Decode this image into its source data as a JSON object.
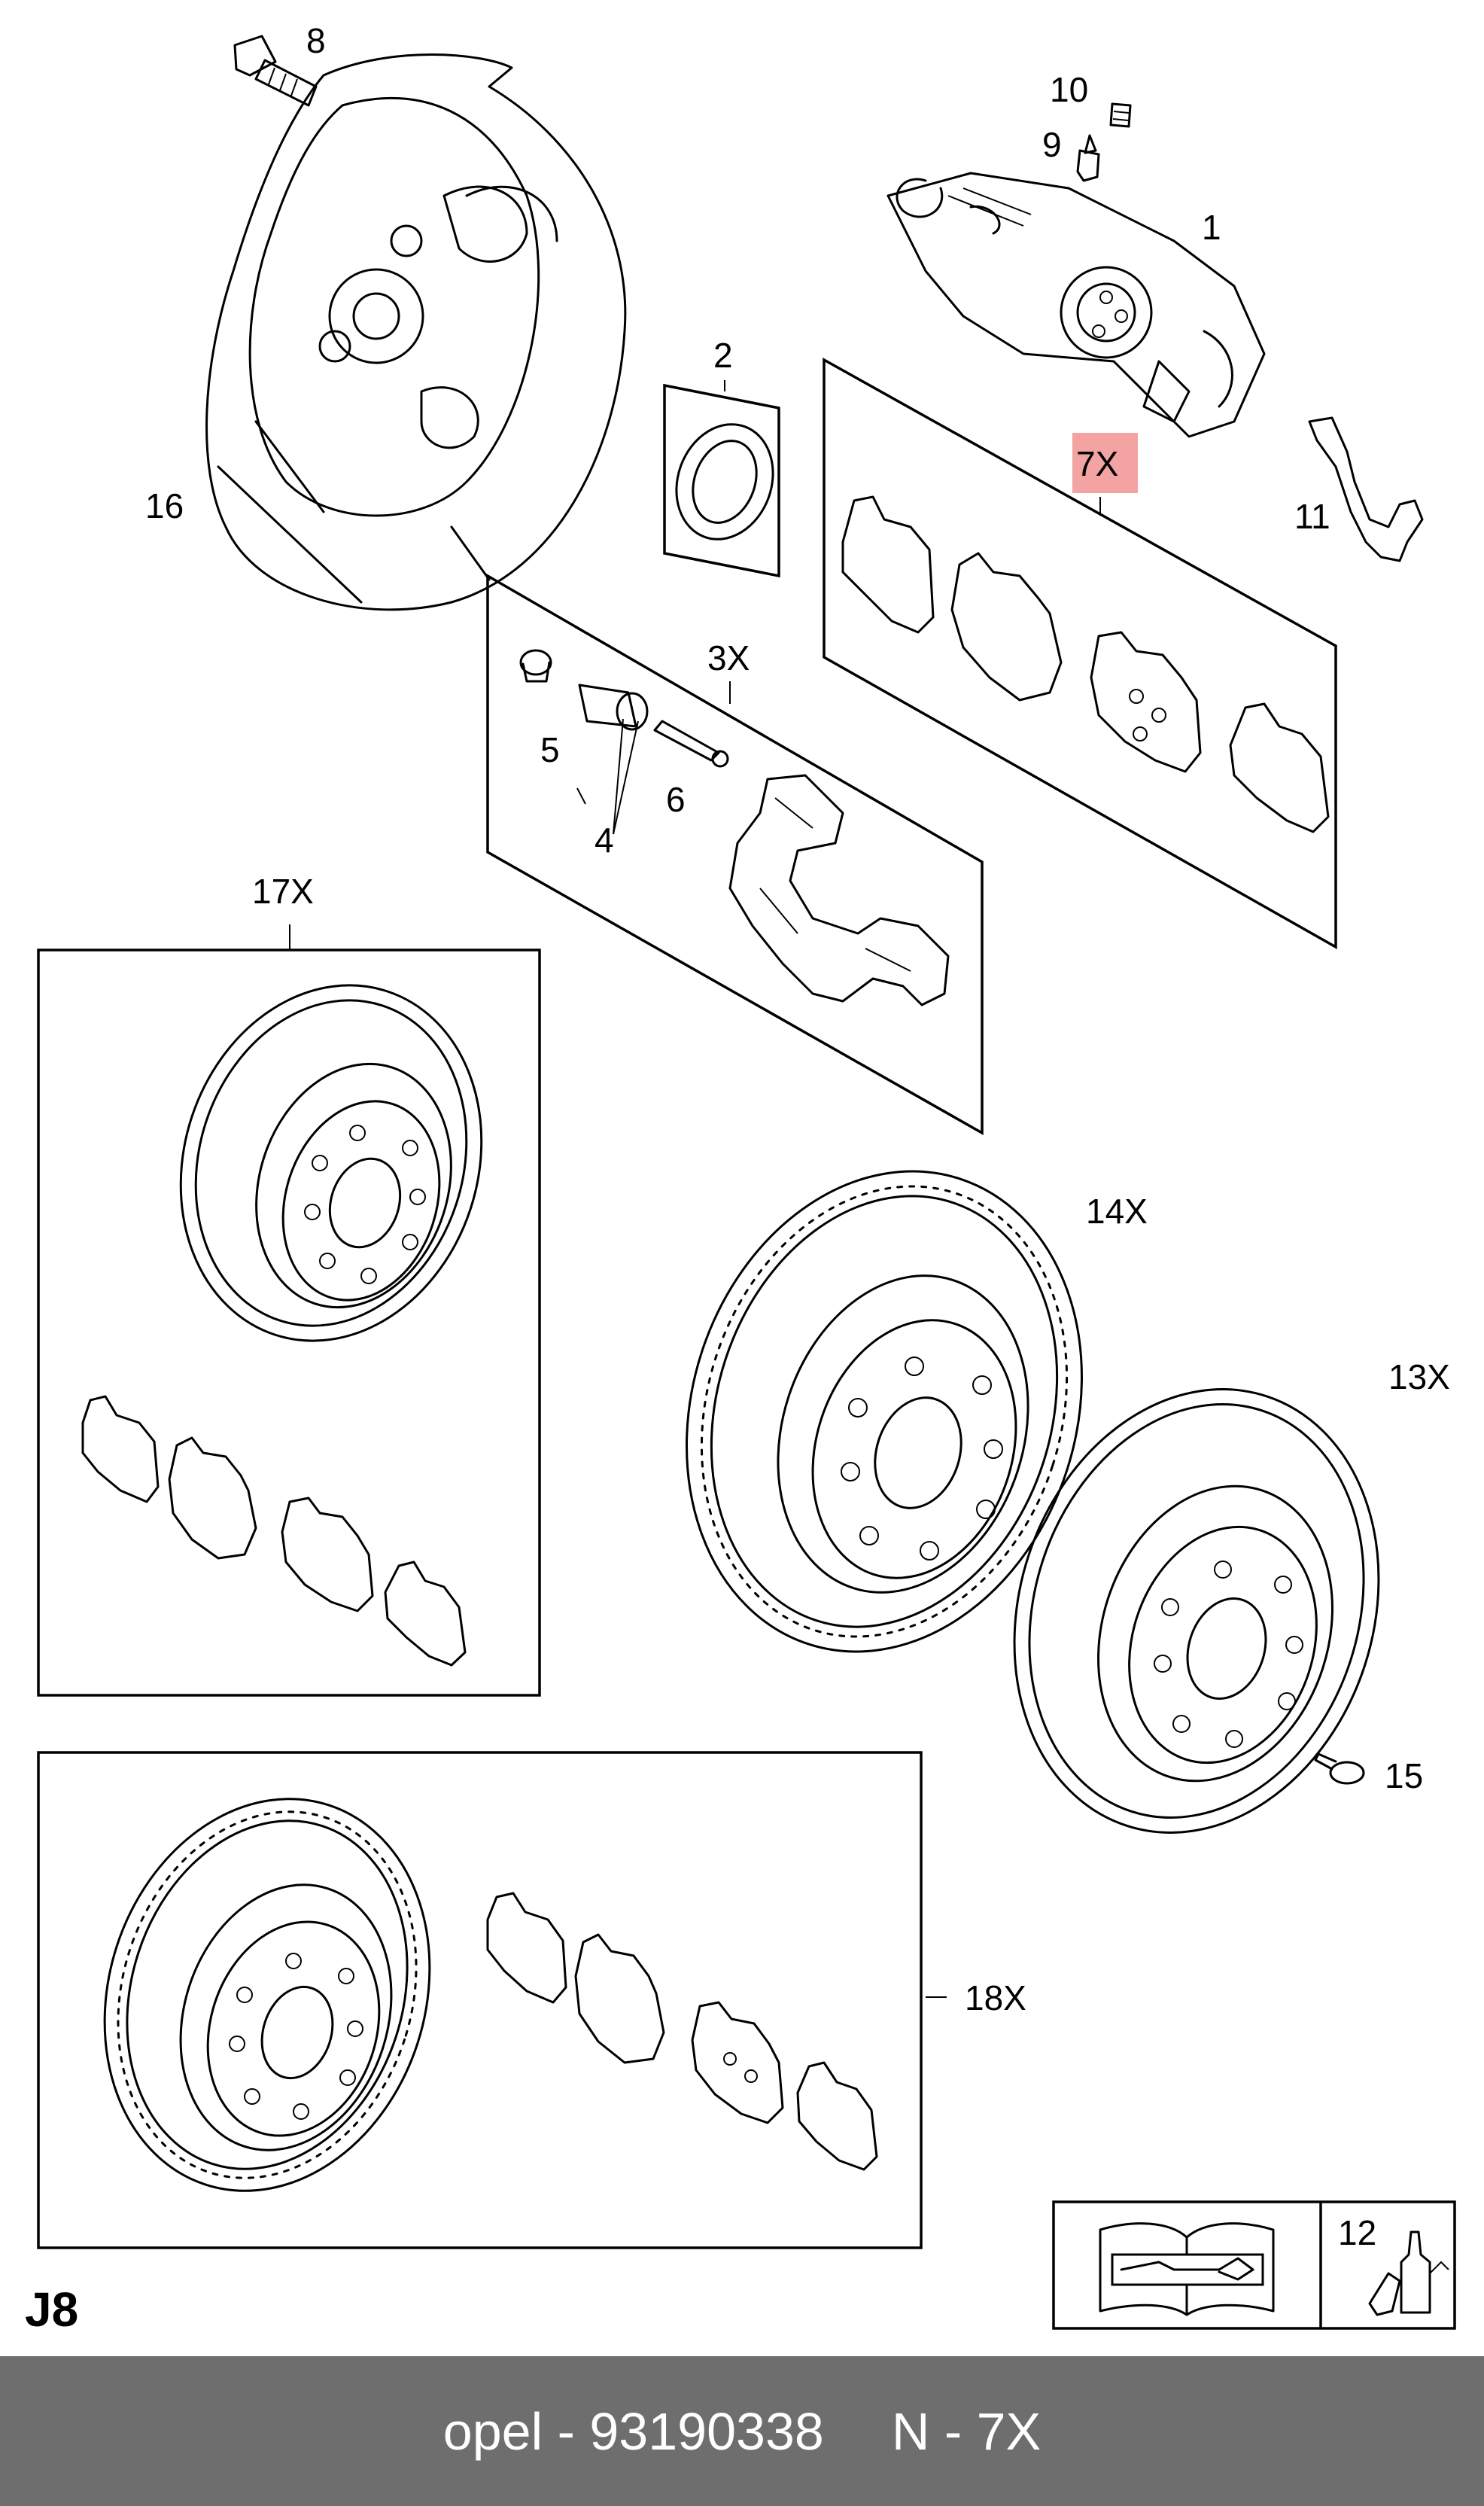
{
  "diagram": {
    "catalog_code": "J8",
    "callouts": {
      "c1": "1",
      "c2": "2",
      "c3x": "3X",
      "c4": "4",
      "c5": "5",
      "c6": "6",
      "c7x": "7X",
      "c8": "8",
      "c9": "9",
      "c10": "10",
      "c11": "11",
      "c12": "12",
      "c13x": "13X",
      "c14x": "14X",
      "c15": "15",
      "c16": "16",
      "c17x": "17X",
      "c18x": "18X"
    },
    "highlight_color": "#f4a3a3"
  },
  "footer": {
    "brand": "opel",
    "part_number": "93190338",
    "position_ref": "N - 7X",
    "background": "#6e6e6e"
  }
}
